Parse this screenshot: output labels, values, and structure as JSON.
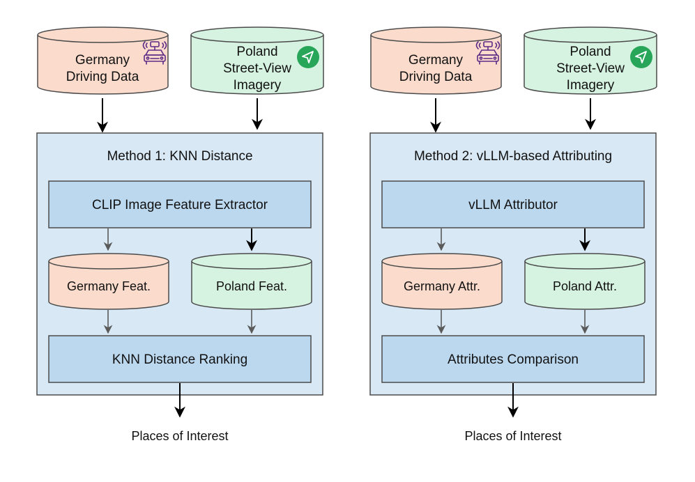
{
  "methods": [
    {
      "inputs": {
        "germany": "Germany\nDriving Data",
        "poland": "Poland\nStreet-View\nImagery"
      },
      "title": "Method 1: KNN Distance",
      "extractor": "CLIP Image Feature Extractor",
      "store_left": "Germany Feat.",
      "store_right": "Poland Feat.",
      "combiner": "KNN Distance Ranking",
      "output": "Places of Interest"
    },
    {
      "inputs": {
        "germany": "Germany\nDriving Data",
        "poland": "Poland\nStreet-View\nImagery"
      },
      "title": "Method 2: vLLM-based Attributing",
      "extractor": "vLLM Attributor",
      "store_left": "Germany Attr.",
      "store_right": "Poland Attr.",
      "combiner": "Attributes Comparison",
      "output": "Places of Interest"
    }
  ],
  "colors": {
    "germany_fill": "#fadbcc",
    "poland_fill": "#d6f2e0",
    "panel_fill": "#d8e8f4",
    "block_fill": "#bcd8ef",
    "stroke": "#4a4a4a",
    "arrow_dark": "#000000",
    "arrow_grey": "#5a5a5a",
    "badge_green": "#27a65a",
    "car_icon": "#5b2a86"
  },
  "icons": {
    "germany": "autonomous-car-icon",
    "poland": "map-navigation-icon"
  }
}
